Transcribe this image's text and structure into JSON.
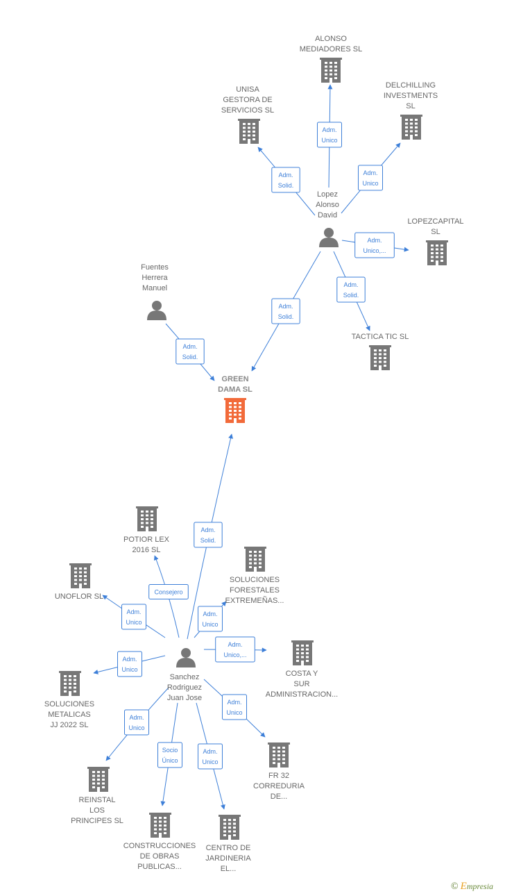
{
  "colors": {
    "edge": "#3d7fd8",
    "node": "#777777",
    "main_node": "#f26a3a"
  },
  "nodes": [
    {
      "id": "green_dama",
      "type": "company",
      "main": true,
      "label": [
        "GREEN",
        "DAMA  SL"
      ]
    },
    {
      "id": "lopez",
      "type": "person",
      "label": [
        "Lopez",
        "Alonso",
        "David"
      ]
    },
    {
      "id": "fuentes",
      "type": "person",
      "label": [
        "Fuentes",
        "Herrera",
        "Manuel"
      ]
    },
    {
      "id": "sanchez",
      "type": "person",
      "label": [
        "Sanchez",
        "Rodriguez",
        "Juan Jose"
      ]
    },
    {
      "id": "alonso_med",
      "type": "company",
      "label": [
        "ALONSO",
        "MEDIADORES SL"
      ]
    },
    {
      "id": "unisa",
      "type": "company",
      "label": [
        "UNISA",
        "GESTORA DE",
        "SERVICIOS  SL"
      ]
    },
    {
      "id": "delchilling",
      "type": "company",
      "label": [
        "DELCHILLING",
        "INVESTMENTS",
        "SL"
      ]
    },
    {
      "id": "lopezcapital",
      "type": "company",
      "label": [
        "LOPEZCAPITAL",
        "SL"
      ]
    },
    {
      "id": "tactica",
      "type": "company",
      "label": [
        "TACTICA TIC  SL"
      ]
    },
    {
      "id": "potior",
      "type": "company",
      "label": [
        "POTIOR LEX",
        "2016  SL"
      ]
    },
    {
      "id": "unoflor",
      "type": "company",
      "label": [
        "UNOFLOR SL"
      ]
    },
    {
      "id": "soluciones_for",
      "type": "company",
      "label": [
        "SOLUCIONES",
        "FORESTALES",
        "EXTREMEÑAS..."
      ]
    },
    {
      "id": "costa",
      "type": "company",
      "label": [
        "COSTA Y",
        "SUR",
        "ADMINISTRACION..."
      ]
    },
    {
      "id": "soluciones_met",
      "type": "company",
      "label": [
        "SOLUCIONES",
        "METALICAS",
        "JJ 2022  SL"
      ]
    },
    {
      "id": "fr32",
      "type": "company",
      "label": [
        "FR 32",
        "CORREDURIA",
        "DE..."
      ]
    },
    {
      "id": "reinstal",
      "type": "company",
      "label": [
        "REINSTAL",
        "LOS",
        "PRINCIPES  SL"
      ]
    },
    {
      "id": "construcciones",
      "type": "company",
      "label": [
        "CONSTRUCCIONES",
        "DE OBRAS",
        "PUBLICAS..."
      ]
    },
    {
      "id": "centro",
      "type": "company",
      "label": [
        "CENTRO DE",
        "JARDINERIA",
        "EL..."
      ]
    }
  ],
  "edges": [
    {
      "from": "lopez",
      "to": "alonso_med",
      "label": [
        "Adm.",
        "Unico"
      ]
    },
    {
      "from": "lopez",
      "to": "unisa",
      "label": [
        "Adm.",
        "Solid."
      ]
    },
    {
      "from": "lopez",
      "to": "delchilling",
      "label": [
        "Adm.",
        "Unico"
      ]
    },
    {
      "from": "lopez",
      "to": "lopezcapital",
      "label": [
        "Adm.",
        "Unico,..."
      ]
    },
    {
      "from": "lopez",
      "to": "tactica",
      "label": [
        "Adm.",
        "Solid."
      ]
    },
    {
      "from": "lopez",
      "to": "green_dama",
      "label": [
        "Adm.",
        "Solid."
      ]
    },
    {
      "from": "fuentes",
      "to": "green_dama",
      "label": [
        "Adm.",
        "Solid."
      ]
    },
    {
      "from": "sanchez",
      "to": "green_dama",
      "label": [
        "Adm.",
        "Solid."
      ]
    },
    {
      "from": "sanchez",
      "to": "potior",
      "label": [
        "Consejero"
      ]
    },
    {
      "from": "sanchez",
      "to": "unoflor",
      "label": [
        "Adm.",
        "Unico"
      ]
    },
    {
      "from": "sanchez",
      "to": "soluciones_for",
      "label": [
        "Adm.",
        "Unico"
      ]
    },
    {
      "from": "sanchez",
      "to": "costa",
      "label": [
        "Adm.",
        "Unico,..."
      ]
    },
    {
      "from": "sanchez",
      "to": "soluciones_met",
      "label": [
        "Adm.",
        "Unico"
      ]
    },
    {
      "from": "sanchez",
      "to": "fr32",
      "label": [
        "Adm.",
        "Unico"
      ]
    },
    {
      "from": "sanchez",
      "to": "reinstal",
      "label": [
        "Adm.",
        "Unico"
      ]
    },
    {
      "from": "sanchez",
      "to": "construcciones",
      "label": [
        "Socio",
        "Único"
      ]
    },
    {
      "from": "sanchez",
      "to": "centro",
      "label": [
        "Adm.",
        "Unico"
      ]
    }
  ],
  "watermark": {
    "copyright": "©",
    "brand_initial": "E",
    "brand_rest": "mpresia"
  }
}
